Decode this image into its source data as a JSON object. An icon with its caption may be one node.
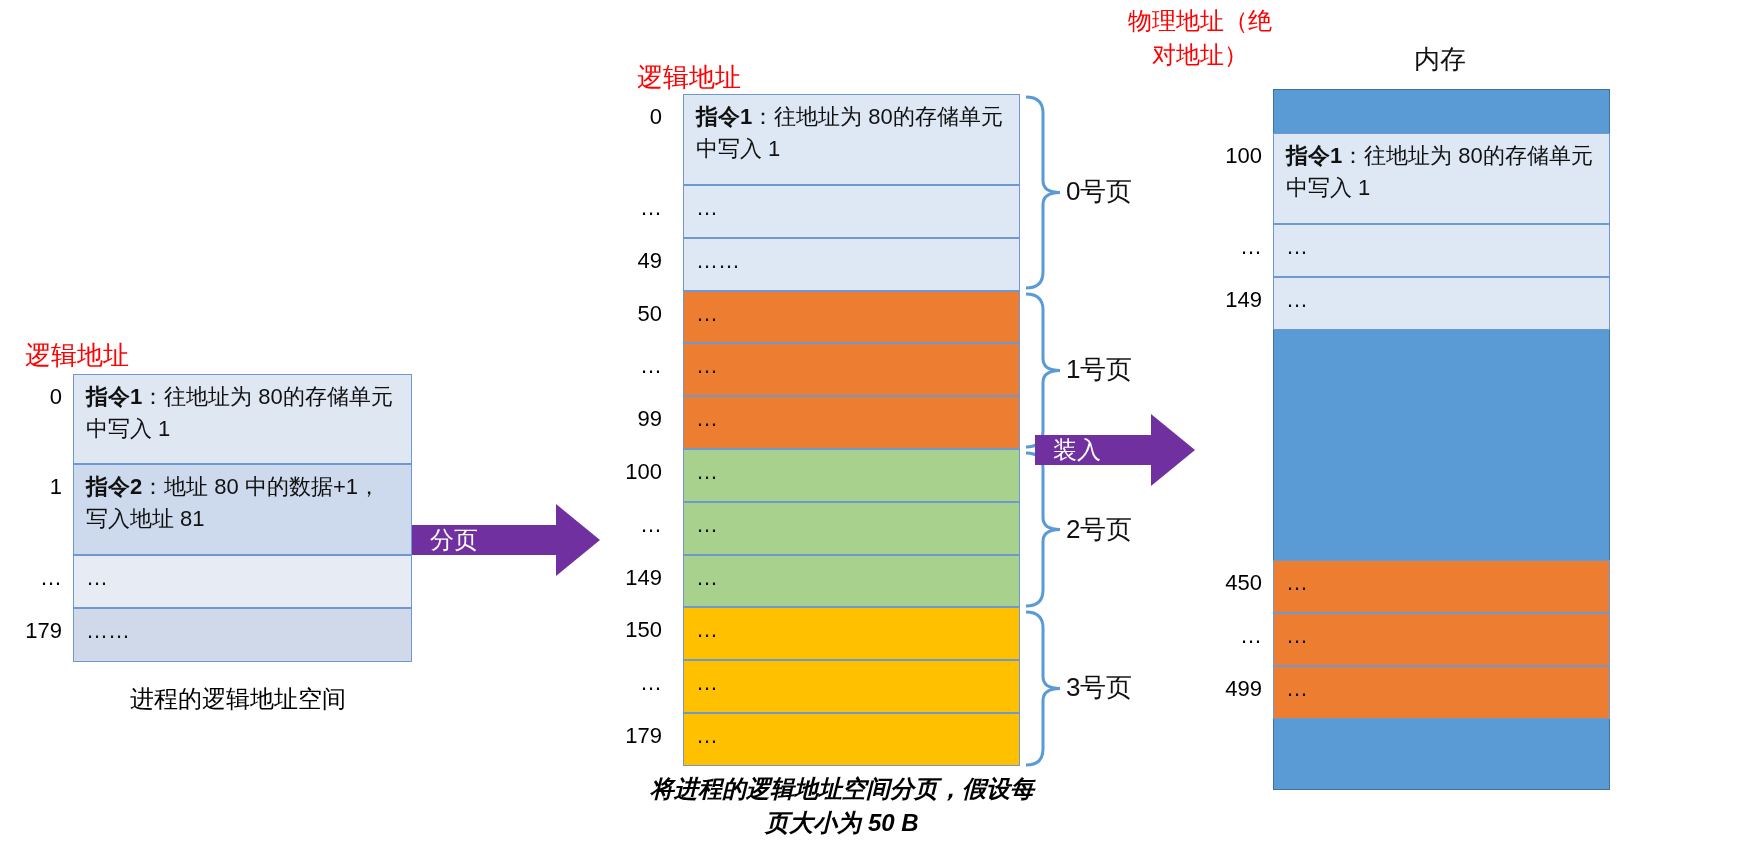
{
  "diagram": {
    "nodes": [
      {
        "text": [
          "逻辑地址"
        ],
        "beside": [
          "进程的逻辑地址空间"
        ]
      },
      {
        "text": [
          "**指令1**：往地址为 80的存储单元中写入 1"
        ],
        "in": 0,
        "beside": [
          "0"
        ]
      },
      {
        "text": [
          "**指令2**：地址 80 中的数据+1，写入地址 81"
        ],
        "in": 0,
        "beside": [
          "1"
        ]
      },
      {
        "text": [
          "…"
        ],
        "in": 0,
        "beside": [
          "…"
        ]
      },
      {
        "text": [
          "……"
        ],
        "in": 0,
        "beside": [
          "179"
        ]
      },
      {
        "text": [
          "逻辑地址"
        ],
        "beside": [
          "将进程的逻辑地址空间分页，假设每页大小为 50 B"
        ]
      },
      {
        "text": [
          "**指令1**：往地址为 80的存储单元中写入 1"
        ],
        "in": 5,
        "beside": [
          "0"
        ]
      },
      {
        "text": [
          "…"
        ],
        "in": 5,
        "beside": [
          "…"
        ]
      },
      {
        "text": [
          "……"
        ],
        "in": 5,
        "beside": [
          "49"
        ]
      },
      {
        "text": [
          "…"
        ],
        "in": 5,
        "beside": [
          "50"
        ]
      },
      {
        "text": [
          "…"
        ],
        "in": 5,
        "beside": [
          "…"
        ]
      },
      {
        "text": [
          "…"
        ],
        "in": 5,
        "beside": [
          "99"
        ]
      },
      {
        "text": [
          "…"
        ],
        "in": 5,
        "beside": [
          "100"
        ]
      },
      {
        "text": [
          "…"
        ],
        "in": 5,
        "beside": [
          "…"
        ]
      },
      {
        "text": [
          "…"
        ],
        "in": 5,
        "beside": [
          "149"
        ]
      },
      {
        "text": [
          "…"
        ],
        "in": 5,
        "beside": [
          "150"
        ]
      },
      {
        "text": [
          "…"
        ],
        "in": 5,
        "beside": [
          "…"
        ]
      },
      {
        "text": [
          "…"
        ],
        "in": 5,
        "beside": [
          "179"
        ]
      },
      {
        "text": [
          "内存"
        ]
      },
      {
        "text": [
          "**指令1**：往地址为 80的存储单元中写入 1"
        ],
        "in": 18,
        "beside": [
          "100"
        ]
      },
      {
        "text": [
          "…"
        ],
        "in": 18,
        "beside": [
          "…"
        ]
      },
      {
        "text": [
          "…"
        ],
        "in": 18,
        "beside": [
          "149"
        ]
      },
      {
        "text": [
          "…"
        ],
        "in": 18,
        "beside": [
          "450"
        ]
      },
      {
        "text": [
          "…"
        ],
        "in": 18,
        "beside": [
          "…"
        ]
      },
      {
        "text": [
          "…"
        ],
        "in": 18,
        "beside": [
          "499"
        ]
      }
    ],
    "edges": [
      {
        "from": 0,
        "to": 5,
        "arrow": "to",
        "label": "分页"
      },
      {
        "from": 5,
        "to": 18,
        "arrow": "to",
        "label": "装入"
      }
    ],
    "labels": [
      "物理地址（绝对地址）",
      "0号页",
      "1号页",
      "2号页",
      "3号页"
    ]
  }
}
